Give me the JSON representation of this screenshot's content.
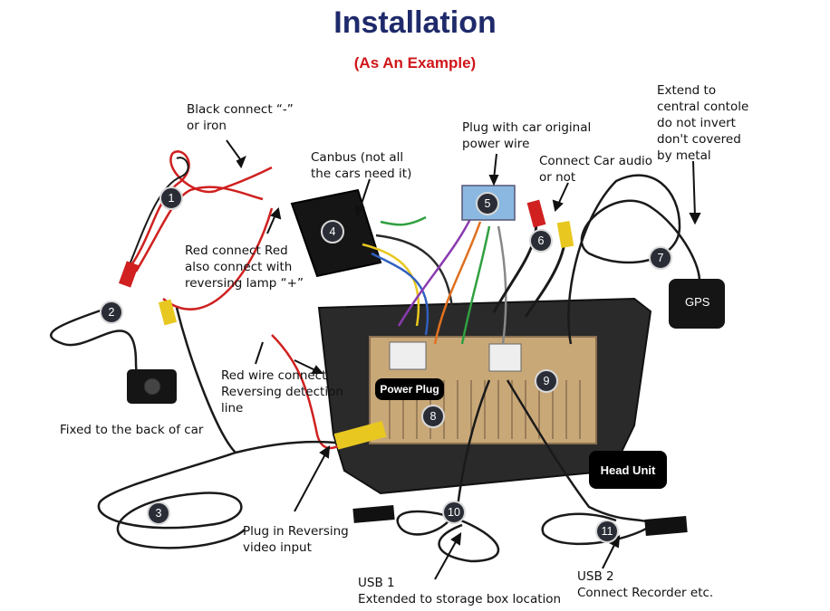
{
  "title": "Installation",
  "subtitle": "(As An Example)",
  "colors": {
    "title": "#1f2a6b",
    "subtitle": "#d0161a",
    "wire_red": "#d02020",
    "cable_black": "#1a1a1a",
    "connector_yellow": "#e8c820",
    "unit_panel": "#c9a878"
  },
  "labels": {
    "black_connect": "Black connect “-”\nor iron",
    "canbus": "Canbus (not all\nthe cars need it)",
    "plug_original": "Plug with car original\npower wire",
    "connect_audio": "Connect Car audio\nor not",
    "extend_gps": "Extend to\ncentral contole\ndo not invert\ndon't covered\nby metal",
    "red_connect": "Red connect Red\nalso connect with\nreversing lamp “+”",
    "red_wire": "Red wire connect\nReversing detection\nline",
    "fixed_back": "Fixed to the back of car",
    "plug_reversing": "Plug in Reversing\nvideo input",
    "usb1": "USB 1\nExtended to storage box location",
    "usb2": "USB 2\nConnect Recorder etc."
  },
  "tags": {
    "power_plug": "Power Plug",
    "head_unit": "Head Unit",
    "gps": "GPS",
    "canbus_box": "4"
  },
  "badges": [
    "1",
    "2",
    "3",
    "4",
    "5",
    "6",
    "7",
    "8",
    "9",
    "10",
    "11"
  ]
}
